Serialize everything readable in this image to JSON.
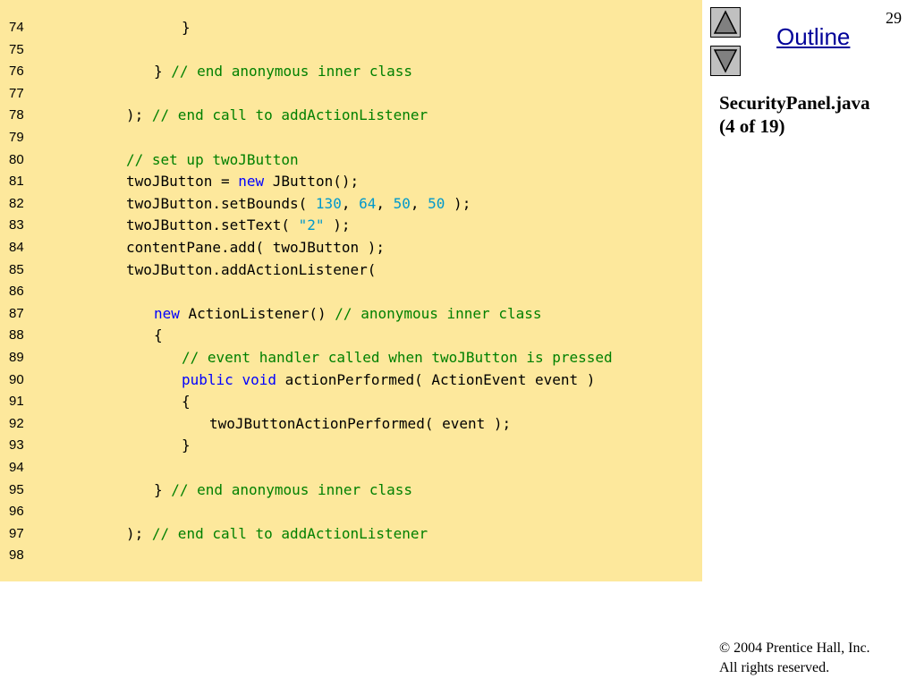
{
  "slide": {
    "number": "29",
    "outline_label": "Outline",
    "title_lines": [
      "SecurityPanel.java",
      "(4 of 19)"
    ],
    "copyright_lines": [
      "© 2004 Prentice Hall, Inc.",
      "All rights reserved."
    ]
  },
  "colors": {
    "code_background": "#fde89c",
    "comment": "#008000",
    "keyword": "#0000ff",
    "literal": "#0099cc",
    "outline_link": "#000099"
  },
  "icons": {
    "up": "triangle-up-icon",
    "down": "triangle-down-icon"
  },
  "code": [
    {
      "num": "74",
      "indent": 3,
      "tokens": [
        {
          "t": "p",
          "s": "}"
        }
      ]
    },
    {
      "num": "75",
      "indent": 0,
      "tokens": []
    },
    {
      "num": "76",
      "indent": 2,
      "tokens": [
        {
          "t": "p",
          "s": "} "
        },
        {
          "t": "c",
          "s": "// end anonymous inner class"
        }
      ]
    },
    {
      "num": "77",
      "indent": 0,
      "tokens": []
    },
    {
      "num": "78",
      "indent": 1,
      "tokens": [
        {
          "t": "p",
          "s": "); "
        },
        {
          "t": "c",
          "s": "// end call to addActionListener"
        }
      ]
    },
    {
      "num": "79",
      "indent": 0,
      "tokens": []
    },
    {
      "num": "80",
      "indent": 1,
      "tokens": [
        {
          "t": "c",
          "s": "// set up twoJButton"
        }
      ]
    },
    {
      "num": "81",
      "indent": 1,
      "tokens": [
        {
          "t": "p",
          "s": "twoJButton = "
        },
        {
          "t": "k",
          "s": "new"
        },
        {
          "t": "p",
          "s": " JButton();"
        }
      ]
    },
    {
      "num": "82",
      "indent": 1,
      "tokens": [
        {
          "t": "p",
          "s": "twoJButton.setBounds( "
        },
        {
          "t": "n",
          "s": "130"
        },
        {
          "t": "p",
          "s": ", "
        },
        {
          "t": "n",
          "s": "64"
        },
        {
          "t": "p",
          "s": ", "
        },
        {
          "t": "n",
          "s": "50"
        },
        {
          "t": "p",
          "s": ", "
        },
        {
          "t": "n",
          "s": "50"
        },
        {
          "t": "p",
          "s": " );"
        }
      ]
    },
    {
      "num": "83",
      "indent": 1,
      "tokens": [
        {
          "t": "p",
          "s": "twoJButton.setText( "
        },
        {
          "t": "s",
          "s": "\"2\""
        },
        {
          "t": "p",
          "s": " );"
        }
      ]
    },
    {
      "num": "84",
      "indent": 1,
      "tokens": [
        {
          "t": "p",
          "s": "contentPane.add( twoJButton );"
        }
      ]
    },
    {
      "num": "85",
      "indent": 1,
      "tokens": [
        {
          "t": "p",
          "s": "twoJButton.addActionListener("
        }
      ]
    },
    {
      "num": "86",
      "indent": 0,
      "tokens": []
    },
    {
      "num": "87",
      "indent": 2,
      "tokens": [
        {
          "t": "k",
          "s": "new"
        },
        {
          "t": "p",
          "s": " ActionListener() "
        },
        {
          "t": "c",
          "s": "// anonymous inner class"
        }
      ]
    },
    {
      "num": "88",
      "indent": 2,
      "tokens": [
        {
          "t": "p",
          "s": "{"
        }
      ]
    },
    {
      "num": "89",
      "indent": 3,
      "tokens": [
        {
          "t": "c",
          "s": "// event handler called when twoJButton is pressed"
        }
      ]
    },
    {
      "num": "90",
      "indent": 3,
      "tokens": [
        {
          "t": "k",
          "s": "public"
        },
        {
          "t": "p",
          "s": " "
        },
        {
          "t": "k",
          "s": "void"
        },
        {
          "t": "p",
          "s": " actionPerformed( ActionEvent event )"
        }
      ]
    },
    {
      "num": "91",
      "indent": 3,
      "tokens": [
        {
          "t": "p",
          "s": "{"
        }
      ]
    },
    {
      "num": "92",
      "indent": 4,
      "tokens": [
        {
          "t": "p",
          "s": "twoJButtonActionPerformed( event );"
        }
      ]
    },
    {
      "num": "93",
      "indent": 3,
      "tokens": [
        {
          "t": "p",
          "s": "}"
        }
      ]
    },
    {
      "num": "94",
      "indent": 0,
      "tokens": []
    },
    {
      "num": "95",
      "indent": 2,
      "tokens": [
        {
          "t": "p",
          "s": "} "
        },
        {
          "t": "c",
          "s": "// end anonymous inner class"
        }
      ]
    },
    {
      "num": "96",
      "indent": 0,
      "tokens": []
    },
    {
      "num": "97",
      "indent": 1,
      "tokens": [
        {
          "t": "p",
          "s": "); "
        },
        {
          "t": "c",
          "s": "// end call to addActionListener"
        }
      ]
    },
    {
      "num": "98",
      "indent": 0,
      "tokens": []
    }
  ]
}
